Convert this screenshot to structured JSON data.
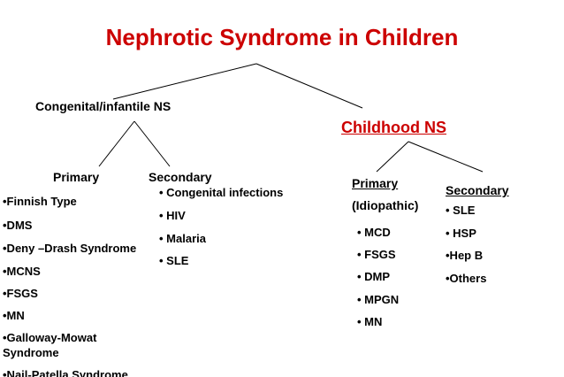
{
  "title": "Nephrotic Syndrome in Children",
  "left_branch": {
    "label": "Congenital/infantile NS",
    "primary": {
      "label": "Primary",
      "items": [
        "•Finnish Type",
        "•DMS",
        "•Deny –Drash Syndrome",
        "•MCNS",
        "•FSGS",
        "•MN",
        "•Galloway-Mowat",
        "Syndrome",
        "•Nail-Patella Syndrome"
      ]
    },
    "secondary": {
      "label": "Secondary",
      "items": [
        "• Congenital infections",
        "• HIV",
        "• Malaria",
        "• SLE"
      ]
    }
  },
  "right_branch": {
    "label": "Childhood NS",
    "primary": {
      "label": "Primary",
      "sublabel": "(Idiopathic)",
      "items": [
        "• MCD",
        "• FSGS",
        "• DMP",
        "• MPGN",
        "• MN"
      ]
    },
    "secondary": {
      "label": "Secondary",
      "items": [
        "• SLE",
        "• HSP",
        "•Hep B",
        "•Others"
      ]
    }
  },
  "colors": {
    "accent": "#cc0000",
    "text": "#000000",
    "background": "#ffffff"
  }
}
